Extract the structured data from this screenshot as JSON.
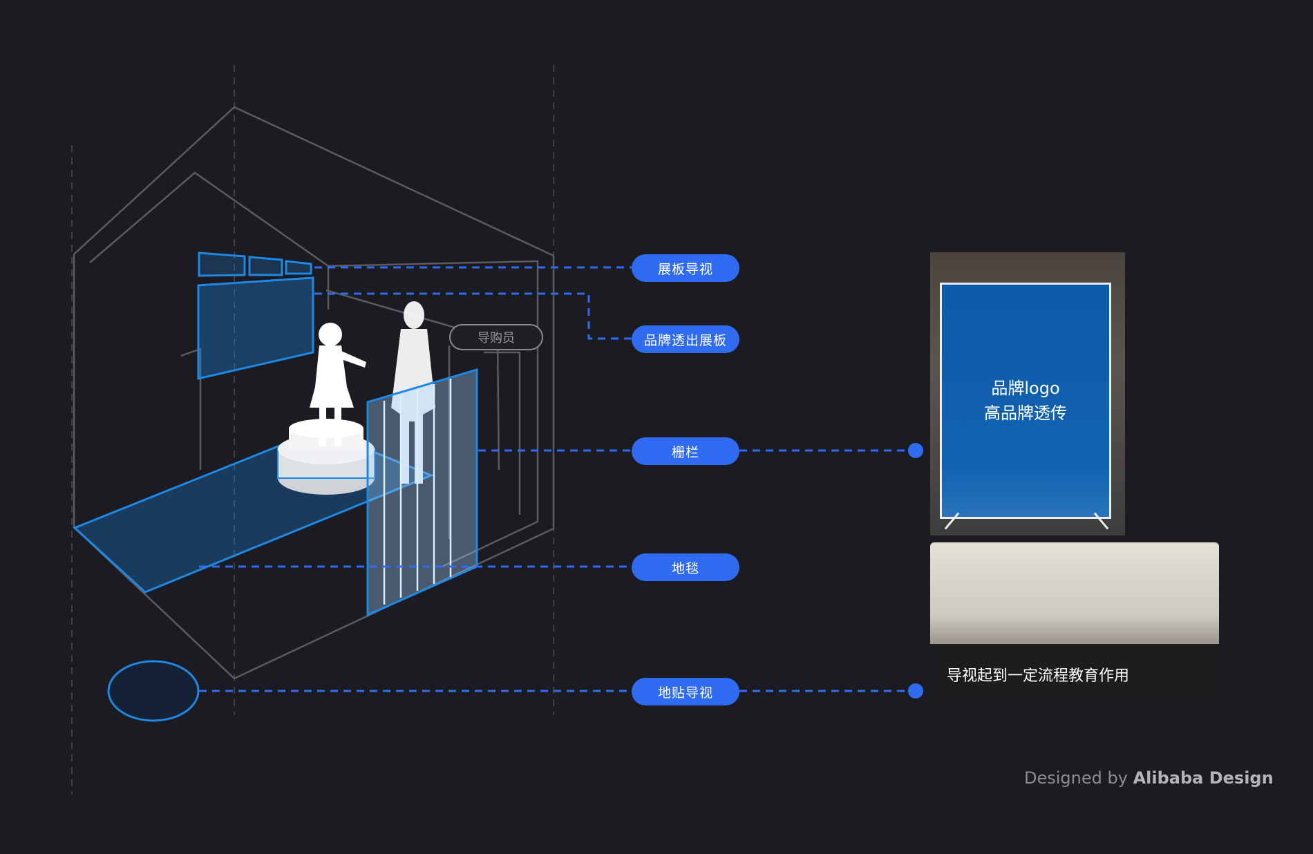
{
  "labels": {
    "panel_guide": "展板导视",
    "brand_panel": "品牌透出展板",
    "fence": "栅栏",
    "carpet": "地毯",
    "floor_sticker": "地贴导视",
    "shopping_guide": "导购员"
  },
  "photo_top": {
    "line1": "品牌logo",
    "line2": "高品牌透传"
  },
  "photo_bottom": {
    "caption": "导视起到一定流程教育作用"
  },
  "credit": {
    "prefix": "Designed by",
    "brand": "Alibaba Design"
  },
  "colors": {
    "background": "#1b1b21",
    "accent": "#2f6cf2",
    "outline": "#5b5b62",
    "highlight": "#1e88e5"
  }
}
